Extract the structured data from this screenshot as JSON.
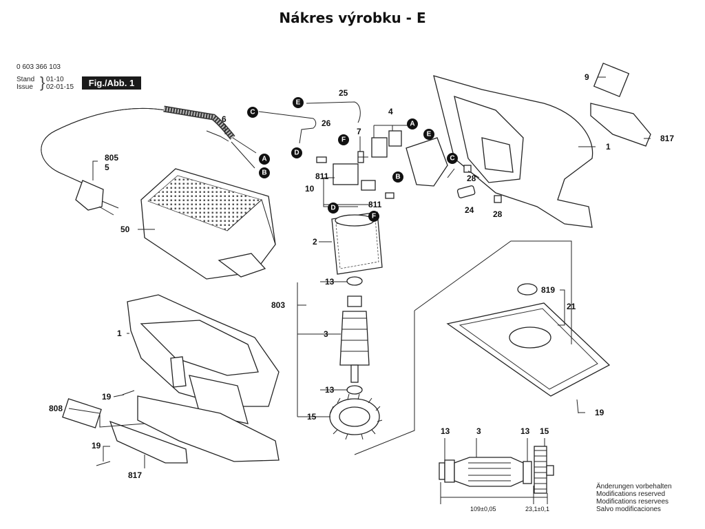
{
  "page_title": "Nákres výrobku - E",
  "header": {
    "part_number": "0 603 366 103",
    "stand_label": "Stand",
    "stand_value": "01-10",
    "issue_label": "Issue",
    "issue_value": "02-01-15",
    "figure_label": "Fig./Abb. 1"
  },
  "notes": [
    "Änderungen vorbehalten",
    "Modifications reserved",
    "Modifications reservees",
    "Salvo modificaciones"
  ],
  "dimensions": {
    "length": "109±0,05",
    "offset": "23,1±0,1"
  },
  "connector_labels": [
    "A",
    "B",
    "C",
    "D",
    "E",
    "F"
  ],
  "part_labels": {
    "p1a": "1",
    "p1b": "1",
    "p2": "2",
    "p3a": "3",
    "p3b": "3",
    "p4": "4",
    "p5": "5",
    "p6": "6",
    "p7": "7",
    "p9": "9",
    "p10": "10",
    "p13a": "13",
    "p13b": "13",
    "p13c": "13",
    "p13d": "13",
    "p15a": "15",
    "p15b": "15",
    "p19a": "19",
    "p19b": "19",
    "p19c": "19",
    "p21": "21",
    "p24": "24",
    "p25": "25",
    "p26": "26",
    "p28a": "28",
    "p28b": "28",
    "p50": "50",
    "p803": "803",
    "p805": "805",
    "p808": "808",
    "p811a": "811",
    "p811b": "811",
    "p817a": "817",
    "p817b": "817",
    "p819": "819"
  }
}
